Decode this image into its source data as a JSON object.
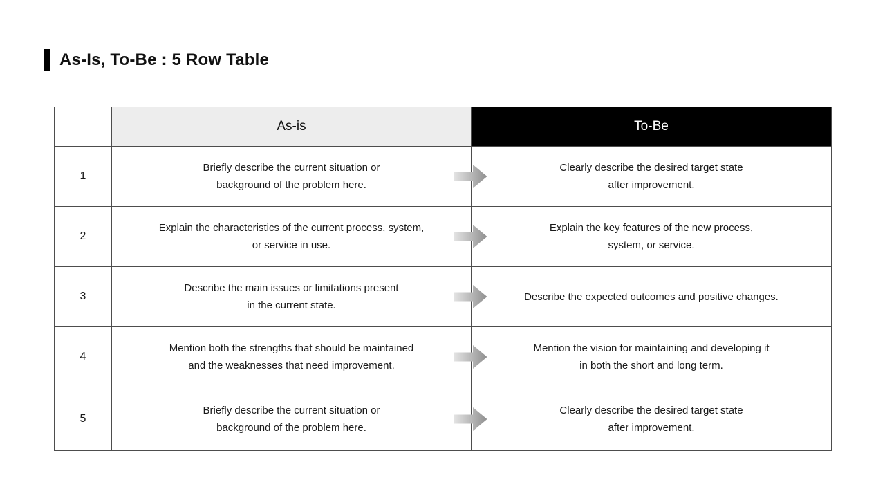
{
  "page": {
    "title": "As-Is, To-Be : 5 Row Table"
  },
  "colors": {
    "asis_header_bg": "#ededed",
    "tobe_header_bg": "#000000",
    "tobe_header_text": "#ffffff",
    "table_border": "#4d4d4d",
    "arrow_gradient_start": "#e3e3e3",
    "arrow_gradient_end": "#8f8f8f",
    "title_accent": "#000000"
  },
  "table": {
    "headers": {
      "index": "",
      "asis": "As-is",
      "tobe": "To-Be"
    },
    "rows": [
      {
        "num": "1",
        "asis": "Briefly describe the current situation or\nbackground of the problem here.",
        "tobe": "Clearly describe the desired target state\nafter improvement."
      },
      {
        "num": "2",
        "asis": "Explain the characteristics of the current process, system,\nor service in use.",
        "tobe": "Explain the key features of the new process,\nsystem, or service."
      },
      {
        "num": "3",
        "asis": "Describe the main issues or limitations present\nin the current state.",
        "tobe": "Describe the expected outcomes and positive changes."
      },
      {
        "num": "4",
        "asis": "Mention both the strengths that should be maintained\nand the weaknesses that need improvement.",
        "tobe": "Mention the vision for maintaining and developing it\nin both the short and long term."
      },
      {
        "num": "5",
        "asis": "Briefly describe the current situation or\nbackground of the problem here.",
        "tobe": "Clearly describe the desired target state\nafter improvement."
      }
    ]
  }
}
